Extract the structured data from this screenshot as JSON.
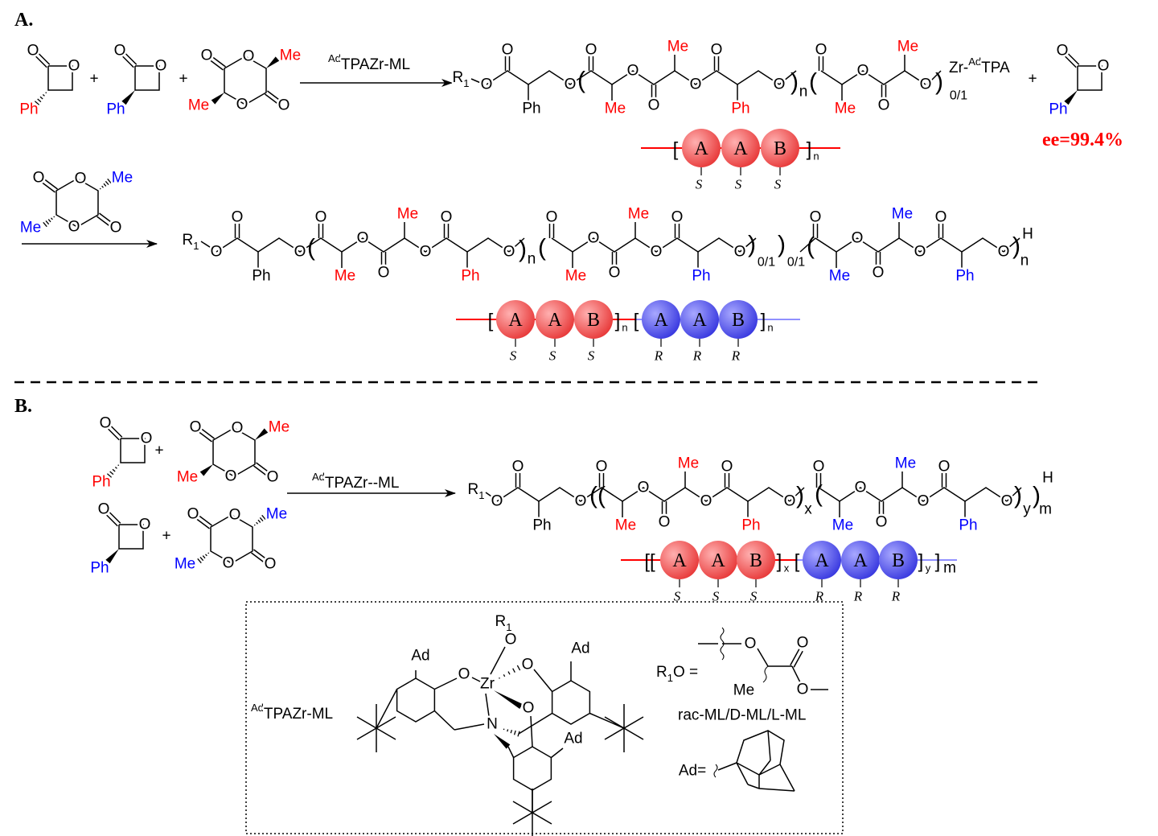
{
  "sections": {
    "a": "A.",
    "b": "B."
  },
  "atoms": {
    "O": "O",
    "Me": "Me",
    "Ph": "Ph",
    "H": "H",
    "R": "R",
    "one": "1",
    "N": "N",
    "Zr": "Zr",
    "Ad": "Ad",
    "plus": "+",
    "lb": "[",
    "rb": "]",
    "lp": "(",
    "rp": ")",
    "llb": "[[",
    "llp": "(("
  },
  "catalyst": {
    "sup": "Ad",
    "name": "TPAZr-ML",
    "name_b": "TPAZr--ML",
    "end_prefix": "Zr-",
    "end_sup": "Ad",
    "end_name": "TPA"
  },
  "subscripts": {
    "n": "n",
    "x": "x",
    "y": "y",
    "m": "m",
    "frac": "0/1"
  },
  "ee": "ee=99.4%",
  "beads": {
    "A": "A",
    "B": "B",
    "S": "S",
    "R": "R"
  },
  "legend": {
    "r1o_eq": "O =",
    "ml": "rac-ML/D-ML/L-ML",
    "ad_eq": "Ad="
  },
  "colors": {
    "red": "#ff0000",
    "blue": "#0000ff",
    "bead_red": "#f05a5a",
    "bead_blue": "#5050e8"
  }
}
